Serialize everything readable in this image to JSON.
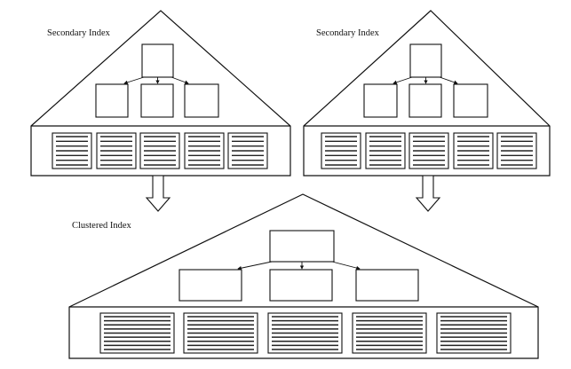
{
  "diagram": {
    "labels": {
      "left_secondary": "Secondary Index",
      "right_secondary": "Secondary Index",
      "clustered": "Clustered Index"
    },
    "trees": [
      {
        "name": "left-secondary-index-tree",
        "leaf_blocks": 5,
        "lines_per_block": 7
      },
      {
        "name": "right-secondary-index-tree",
        "leaf_blocks": 5,
        "lines_per_block": 7
      },
      {
        "name": "clustered-index-tree",
        "leaf_blocks": 5,
        "lines_per_block": 9
      }
    ]
  }
}
